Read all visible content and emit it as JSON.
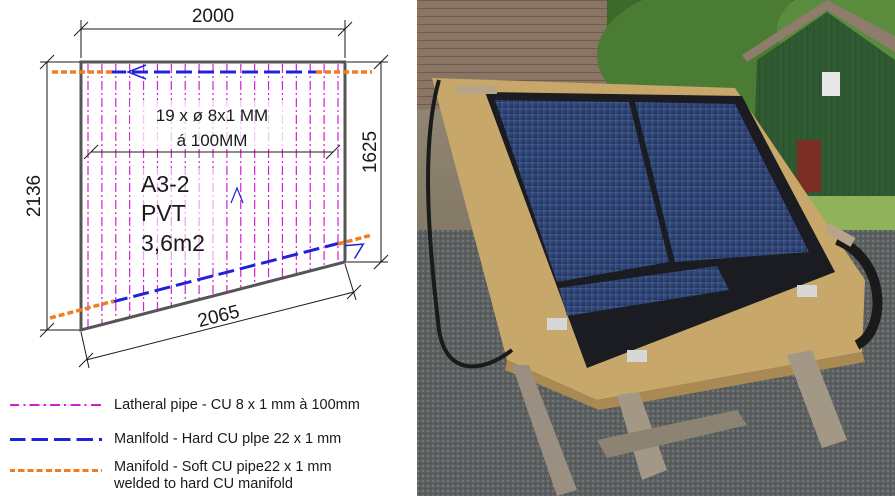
{
  "diagram": {
    "width_label": "2000",
    "height_left_label": "2136",
    "height_right_label": "1625",
    "bottom_label": "2065",
    "pipe_spec_line1": "19 x ø 8x1 MM",
    "pipe_spec_line2": "á 100MM",
    "panel_name_line1": "A3-2",
    "panel_name_line2": "PVT",
    "panel_name_line3": "3,6m2",
    "colors": {
      "lateral": "#d21fd2",
      "manifold_hard": "#1f22d6",
      "manifold_soft": "#ef7d22",
      "frame": "#555555"
    }
  },
  "legend": [
    {
      "style": "lateral",
      "text": "Latheral pipe - CU 8 x 1 mm à  100mm"
    },
    {
      "style": "manifold_hard",
      "text": "Manlfold - Hard CU plpe 22 x 1 mm"
    },
    {
      "style": "manifold_soft",
      "text_line1": "Manifold - Soft CU pipe22 x 1 mm",
      "text_line2": "welded to hard CU manifold"
    }
  ],
  "photo": {
    "subject": "PVT solar collector panel on wooden test rack"
  }
}
